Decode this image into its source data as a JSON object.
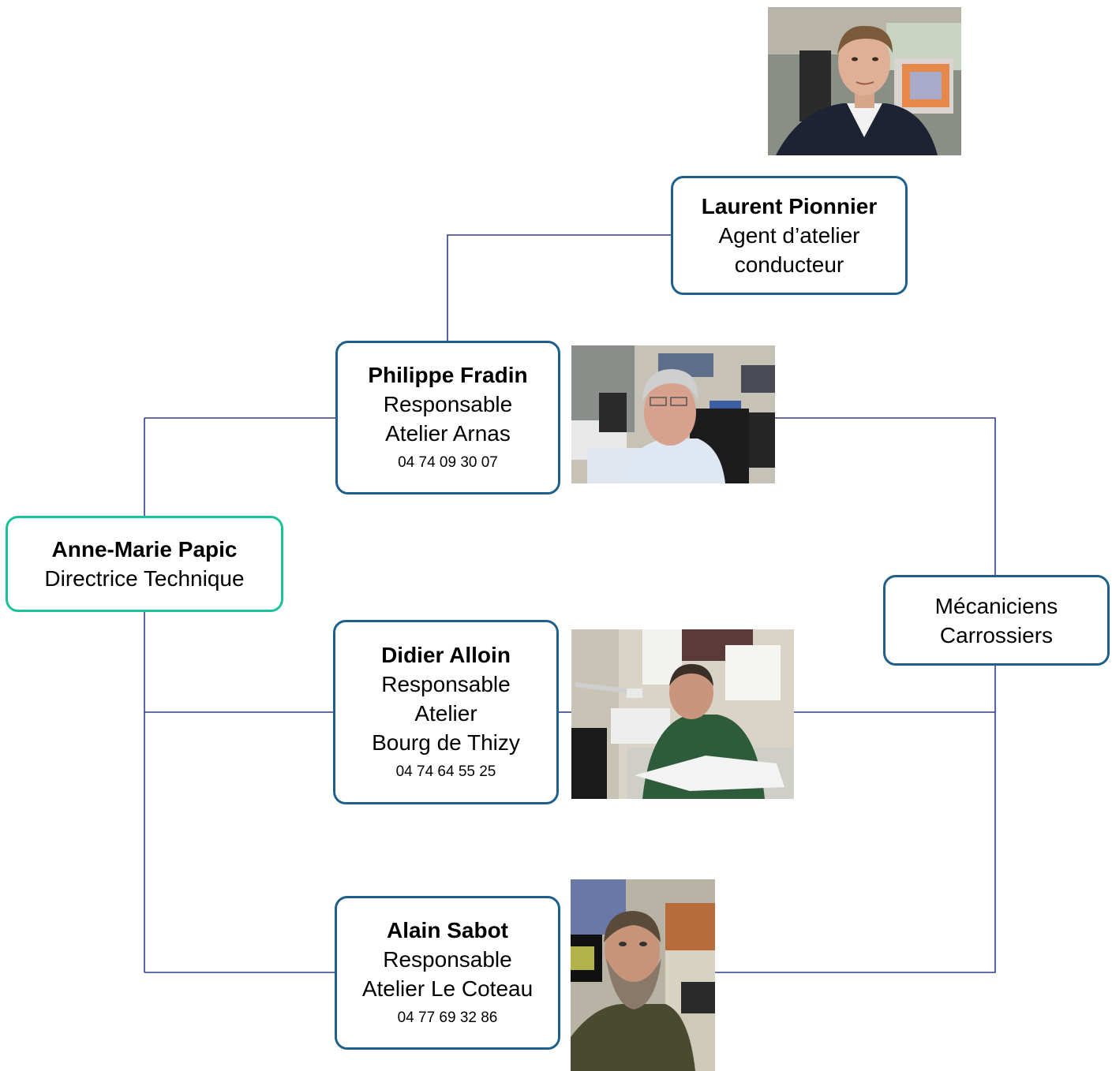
{
  "nodes": {
    "laurent": {
      "name": "Laurent Pionnier",
      "lines": [
        "Agent d’atelier",
        "conducteur"
      ]
    },
    "philippe": {
      "name": "Philippe Fradin",
      "lines": [
        "Responsable",
        "Atelier Arnas"
      ],
      "phone": "04 74 09 30 07"
    },
    "annemarie": {
      "name": "Anne-Marie Papic",
      "lines": [
        "Directrice Technique"
      ]
    },
    "didier": {
      "name": "Didier Alloin",
      "lines": [
        "Responsable",
        "Atelier",
        "Bourg de Thizy"
      ],
      "phone": "04 74 64 55 25"
    },
    "alain": {
      "name": "Alain Sabot",
      "lines": [
        "Responsable",
        "Atelier Le Coteau"
      ],
      "phone": "04 77 69 32 86"
    },
    "mecaniciens": {
      "lines": [
        "Mécaniciens",
        "Carrossiers"
      ]
    }
  },
  "colors": {
    "connector": "#2e3f8f",
    "box_border": "#1f5f8b",
    "root_border": "#19c39a"
  }
}
